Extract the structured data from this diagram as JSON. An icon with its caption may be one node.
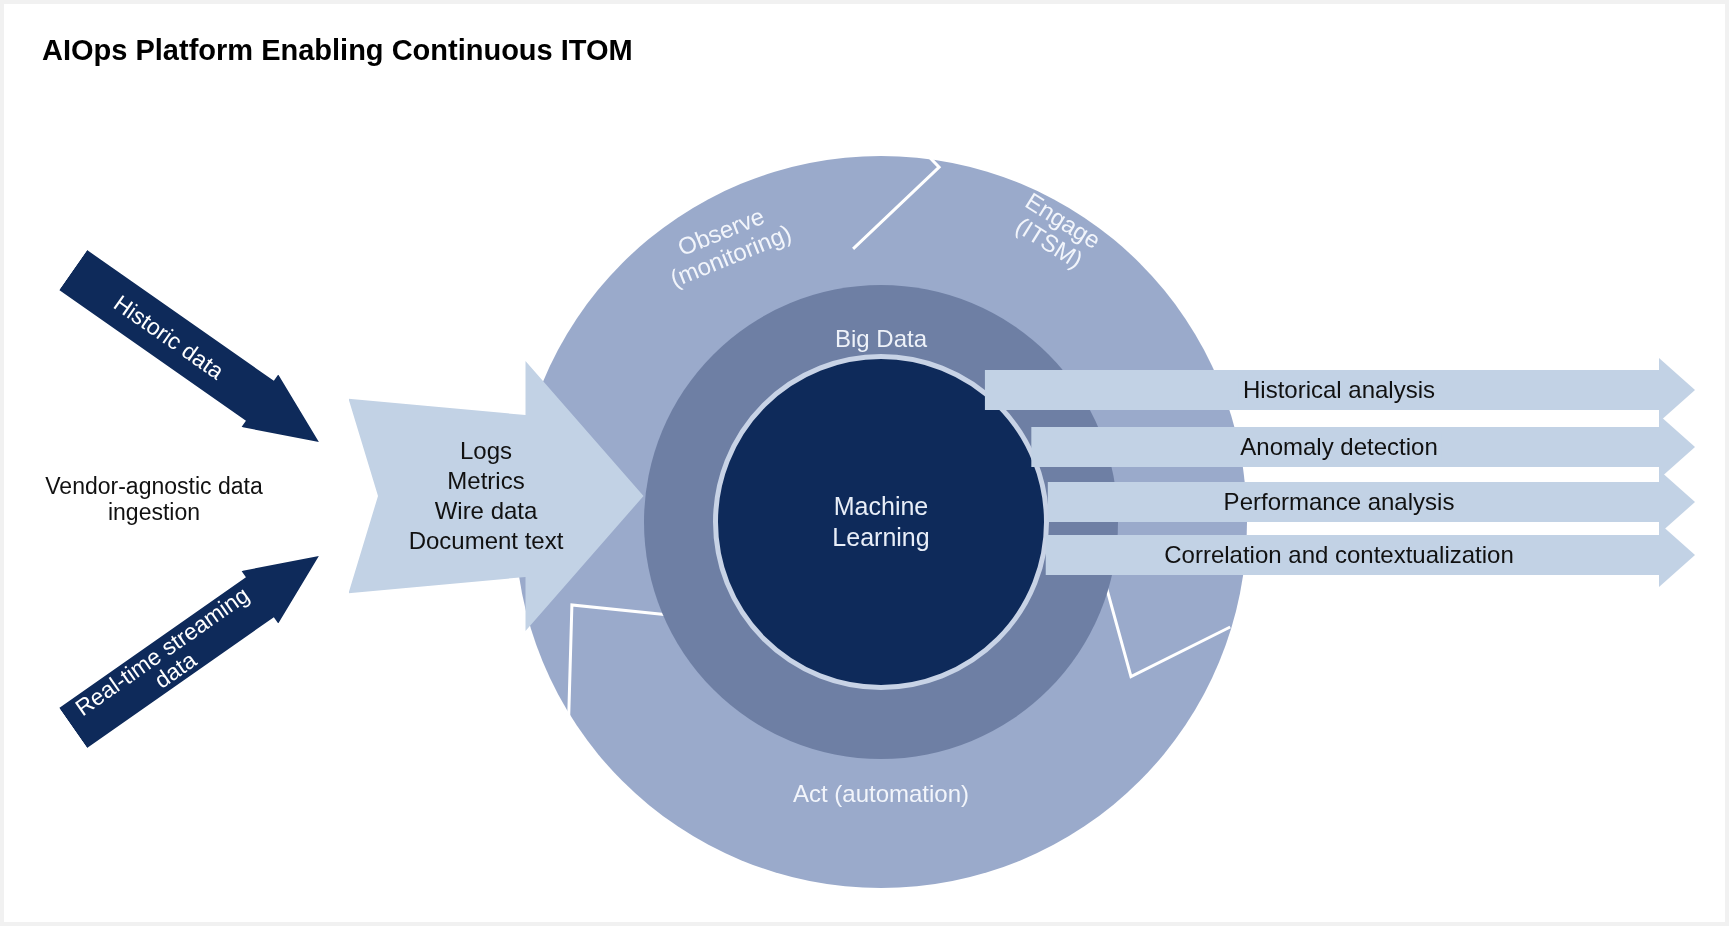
{
  "diagram": {
    "title": "AIOps Platform Enabling Continuous ITOM",
    "nodes": [
      {
        "text": [
          "Historic data"
        ]
      },
      {
        "text": [
          "Real-time streaming data"
        ]
      },
      {
        "text": [
          "Vendor-agnostic data ingestion"
        ]
      },
      {
        "text": [
          "Logs",
          "Metrics",
          "Wire data",
          "Document text"
        ]
      },
      {
        "text": [
          "Observe (monitoring)"
        ]
      },
      {
        "text": [
          "Engage (ITSM)"
        ]
      },
      {
        "text": [
          "Act (automation)"
        ]
      },
      {
        "text": [
          "Big Data"
        ]
      },
      {
        "text": [
          "Machine Learning"
        ],
        "in": 7
      }
    ],
    "edges": [
      {
        "from": 8,
        "to": null,
        "arrow": "to",
        "label": "Historical analysis"
      },
      {
        "from": 8,
        "to": null,
        "arrow": "to",
        "label": "Anomaly detection"
      },
      {
        "from": 8,
        "to": null,
        "arrow": "to",
        "label": "Performance analysis"
      },
      {
        "from": 8,
        "to": null,
        "arrow": "to",
        "label": "Correlation and contextualization"
      }
    ]
  }
}
